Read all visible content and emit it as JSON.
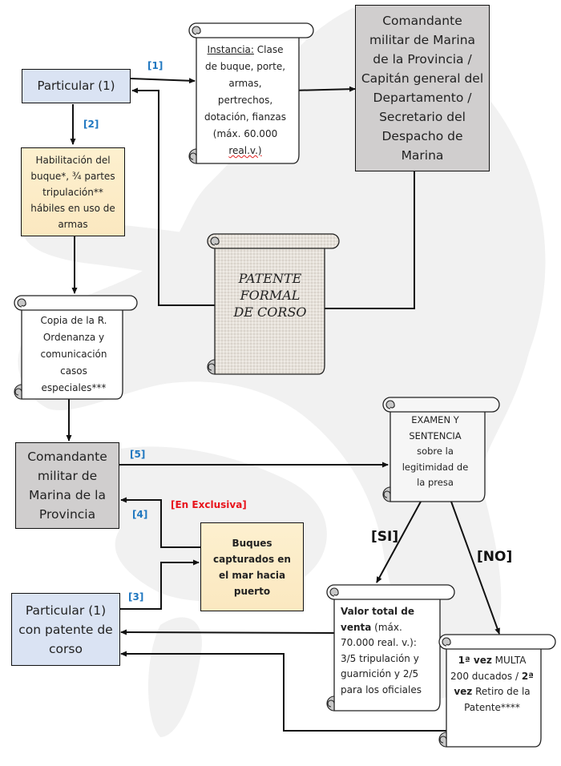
{
  "diagram": {
    "nodes": {
      "particular_1": "Particular (1)",
      "instancia": {
        "underlined": "Instancia:",
        "rest": "Clase de buque, porte, armas, pertrechos, dotación, fianzas (máx. 60.000",
        "abbrev": "real.v.)"
      },
      "comandante_top": "Comandante militar de Marina de la Provincia / Capitán general del Departamento / Secretario del Despacho de Marina",
      "habilitacion": "Habilitación del buque*, ¾ partes tripulación** hábiles en uso de armas",
      "patente": [
        "PATENTE",
        "FORMAL",
        "DE CORSO"
      ],
      "copia": "Copia de la R. Ordenanza y comunicación casos especiales***",
      "comandante_bottom": "Comandante militar de Marina de la Provincia",
      "examen": [
        "EXAMEN Y",
        "SENTENCIA",
        "sobre la",
        "legitimidad de",
        "la presa"
      ],
      "buques": "Buques capturados en el mar hacia puerto",
      "particular_patente": "Particular (1) con patente de corso",
      "valor": {
        "bold": "Valor total de venta",
        "rest": " (máx. 70.000 real. v.): 3/5 tripulación y guarnición y 2/5 para los oficiales"
      },
      "multa": {
        "b1": "1ª vez",
        "t1": " MULTA 200 ducados / ",
        "b2": "2ª vez",
        "t2": " Retiro de la Patente****"
      }
    },
    "labels": {
      "step1": "[1]",
      "step2": "[2]",
      "step3": "[3]",
      "step4": "[4]",
      "step5": "[5]",
      "exclusiva": "[En Exclusiva]",
      "si": "[SI]",
      "no": "[NO]"
    },
    "colors": {
      "step_label": "#1f77c0",
      "exclusive_label": "#e8141c",
      "particular_fill": "#dae3f3",
      "authority_fill": "#d0cece",
      "cream_fill": "#fbe8c0"
    }
  }
}
